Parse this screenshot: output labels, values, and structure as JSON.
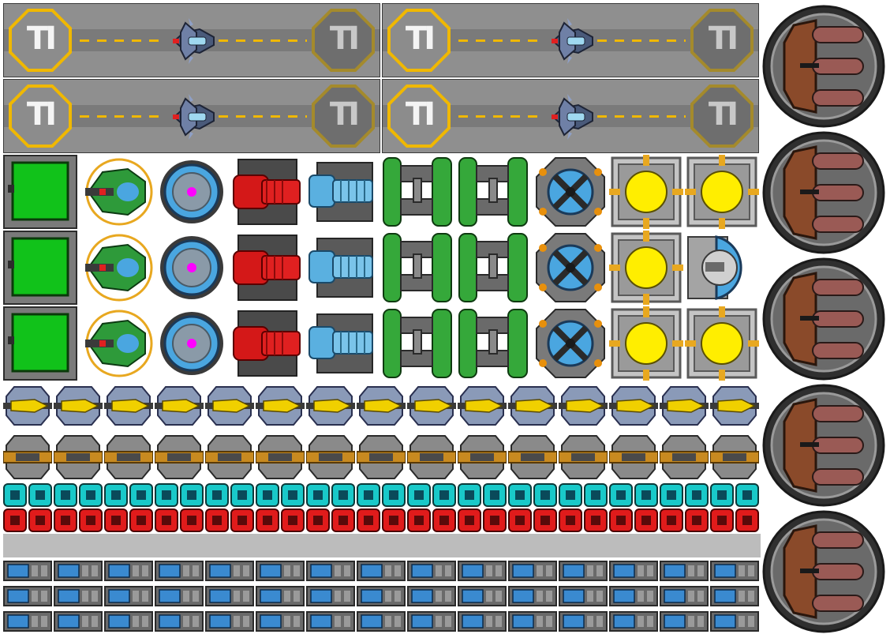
{
  "sheet": {
    "pad_labels": [
      "TI",
      "TI",
      "TI",
      "TI",
      "TI",
      "TI",
      "TI",
      "TI"
    ],
    "colors": {
      "pad_gray": "#8f8f8f",
      "pad_outline": "#f0b800",
      "green_panel": "#11c21a",
      "cyan": "#19c9c9",
      "red": "#e01b1b",
      "yellow": "#ffee00",
      "blue": "#4aa6e0",
      "magenta": "#ff00ff",
      "orange": "#e8900c",
      "brown": "#8a4a2a",
      "divider": "#bcbcbc"
    },
    "icons": {
      "landing_pad": "hexagon-pad-icon",
      "ship": "fighter-ship-icon",
      "green_panel": "green-screen-icon",
      "green_fighter": "green-fighter-icon",
      "shield_dome": "blue-shield-dome-icon",
      "red_turret": "red-turret-icon",
      "blue_engine": "blue-engine-icon",
      "green_pipe": "green-pipe-icon",
      "reactor": "reactor-icon",
      "light_block": "yellow-light-icon",
      "dome_cannon": "dome-cannon-icon",
      "missile": "yellow-missile-icon",
      "gold_rail": "gold-rail-icon",
      "cyan_cell": "cyan-cell-icon",
      "red_cell": "red-cell-icon",
      "battery": "blue-battery-icon",
      "silo": "missile-silo-icon"
    }
  }
}
